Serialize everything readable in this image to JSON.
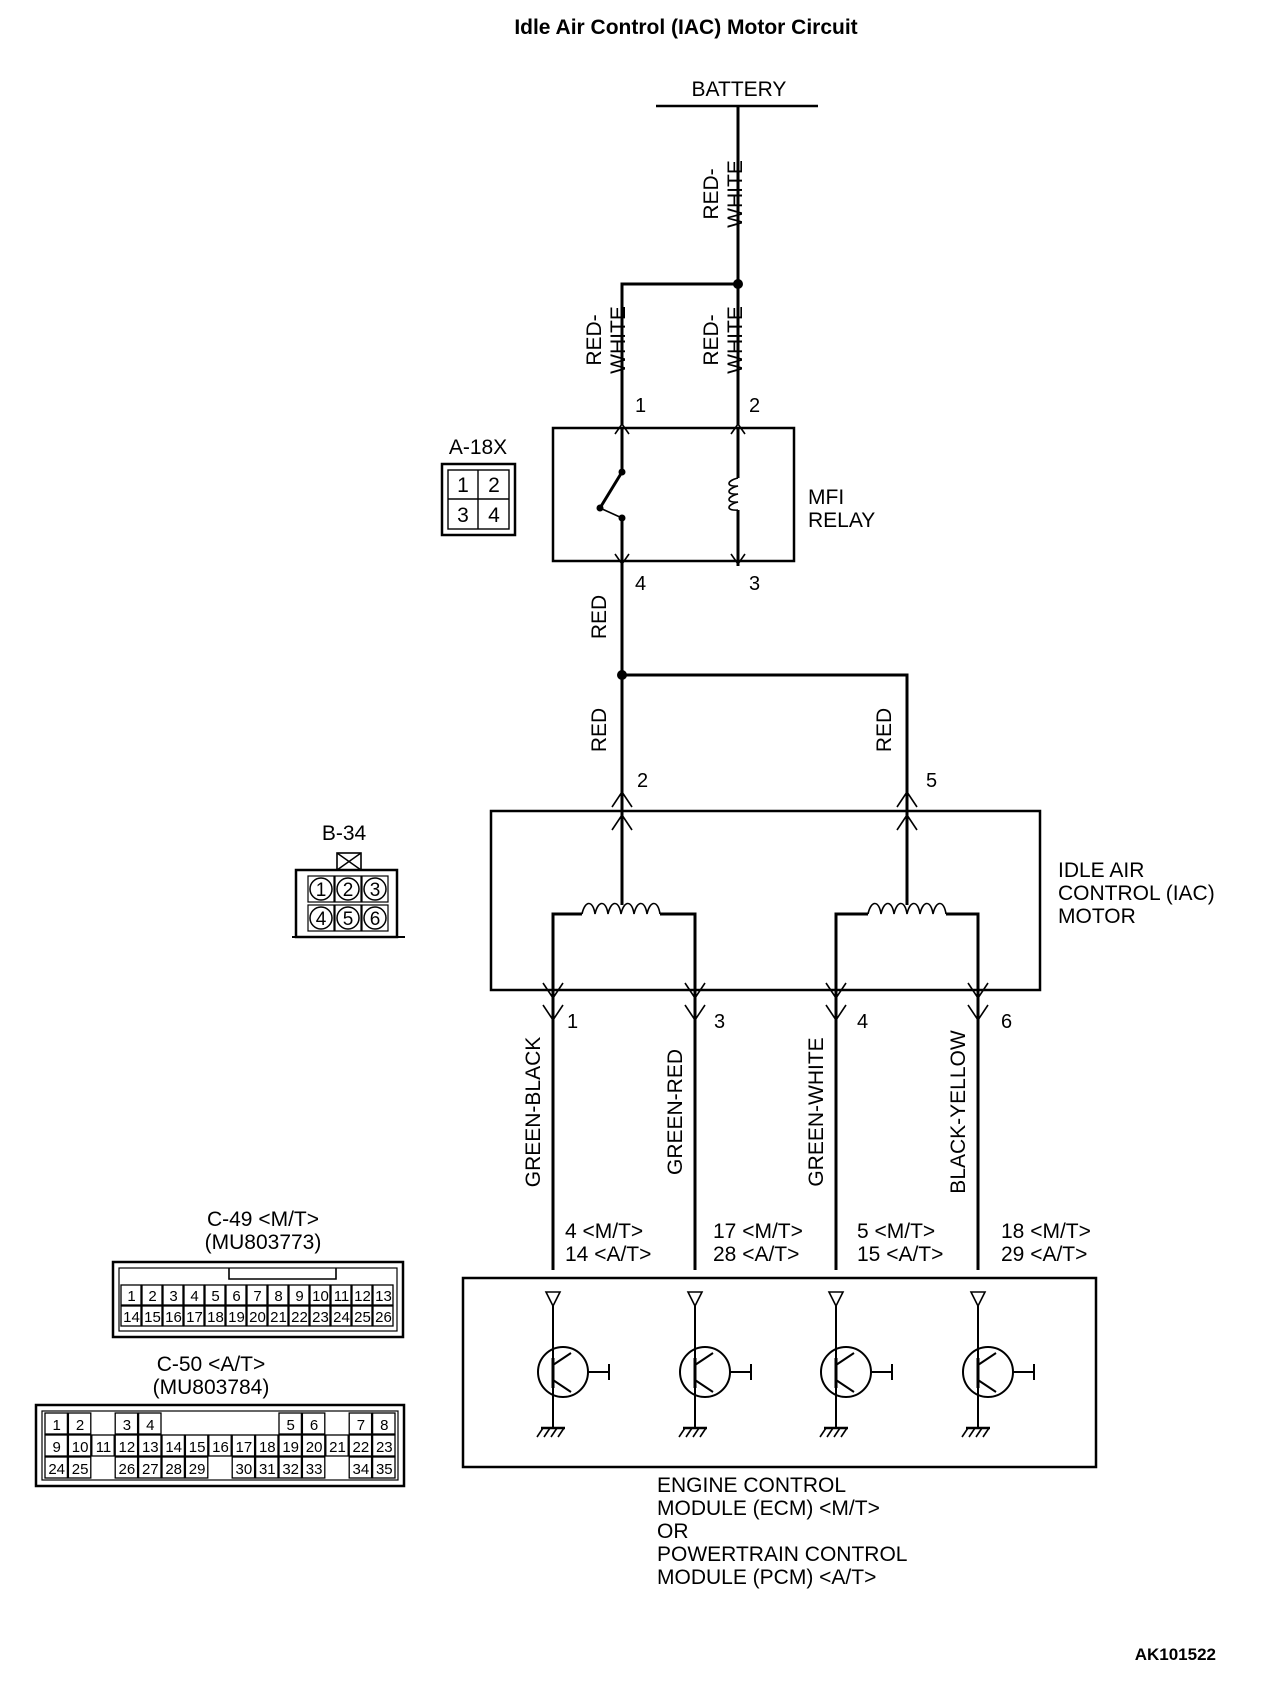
{
  "title": "Idle Air Control (IAC) Motor Circuit",
  "footer_code": "AK101522",
  "battery": {
    "label": "BATTERY"
  },
  "mfi_relay": {
    "name_lines": [
      "MFI",
      "RELAY"
    ],
    "pins": [
      "1",
      "2",
      "4",
      "3"
    ],
    "wires": {
      "battery_feed": "RED-\nWHITE"
    }
  },
  "relay_connector": {
    "id": "A-18X",
    "cells": [
      "1",
      "2",
      "3",
      "4"
    ]
  },
  "wire_colors": {
    "feed_main": [
      "RED-",
      "WHITE"
    ],
    "feed_pin1": [
      "RED-",
      "WHITE"
    ],
    "feed_pin2": [
      "RED-",
      "WHITE"
    ],
    "relay_out": "RED",
    "iac_pin2": "RED",
    "iac_pin5": "RED",
    "iac_pin1": "GREEN-BLACK",
    "iac_pin3": "GREEN-RED",
    "iac_pin4": "GREEN-WHITE",
    "iac_pin6": "BLACK-YELLOW"
  },
  "iac_motor": {
    "name_lines": [
      "IDLE AIR",
      "CONTROL (IAC)",
      "MOTOR"
    ],
    "top_pins": [
      "2",
      "5"
    ],
    "bottom_pins": [
      "1",
      "3",
      "4",
      "6"
    ]
  },
  "iac_connector": {
    "id": "B-34",
    "cells": [
      "1",
      "2",
      "3",
      "4",
      "5",
      "6"
    ]
  },
  "ecm_pins": [
    {
      "mt": "4 <M/T>",
      "at": "14 <A/T>"
    },
    {
      "mt": "17 <M/T>",
      "at": "28 <A/T>"
    },
    {
      "mt": "5 <M/T>",
      "at": "15 <A/T>"
    },
    {
      "mt": "18 <M/T>",
      "at": "29 <A/T>"
    }
  ],
  "ecm": {
    "name_lines": [
      "ENGINE CONTROL",
      "MODULE (ECM) <M/T>",
      "OR",
      "POWERTRAIN CONTROL",
      "MODULE (PCM) <A/T>"
    ]
  },
  "c49": {
    "id": "C-49 <M/T>",
    "part": "(MU803773)",
    "row1": [
      "1",
      "2",
      "3",
      "4",
      "5",
      "6",
      "7",
      "8",
      "9",
      "10",
      "11",
      "12",
      "13"
    ],
    "row2": [
      "14",
      "15",
      "16",
      "17",
      "18",
      "19",
      "20",
      "21",
      "22",
      "23",
      "24",
      "25",
      "26"
    ]
  },
  "c50": {
    "id": "C-50 <A/T>",
    "part": "(MU803784)",
    "row1": [
      "1",
      "2",
      "",
      "3",
      "4",
      "",
      "",
      "",
      "",
      "",
      "5",
      "6",
      "",
      "7",
      "8"
    ],
    "row2": [
      "9",
      "10",
      "11",
      "12",
      "13",
      "14",
      "15",
      "16",
      "17",
      "18",
      "19",
      "20",
      "21",
      "22",
      "23"
    ],
    "row3": [
      "24",
      "25",
      "",
      "26",
      "27",
      "28",
      "29",
      "",
      "30",
      "31",
      "32",
      "33",
      "",
      "34",
      "35"
    ]
  }
}
